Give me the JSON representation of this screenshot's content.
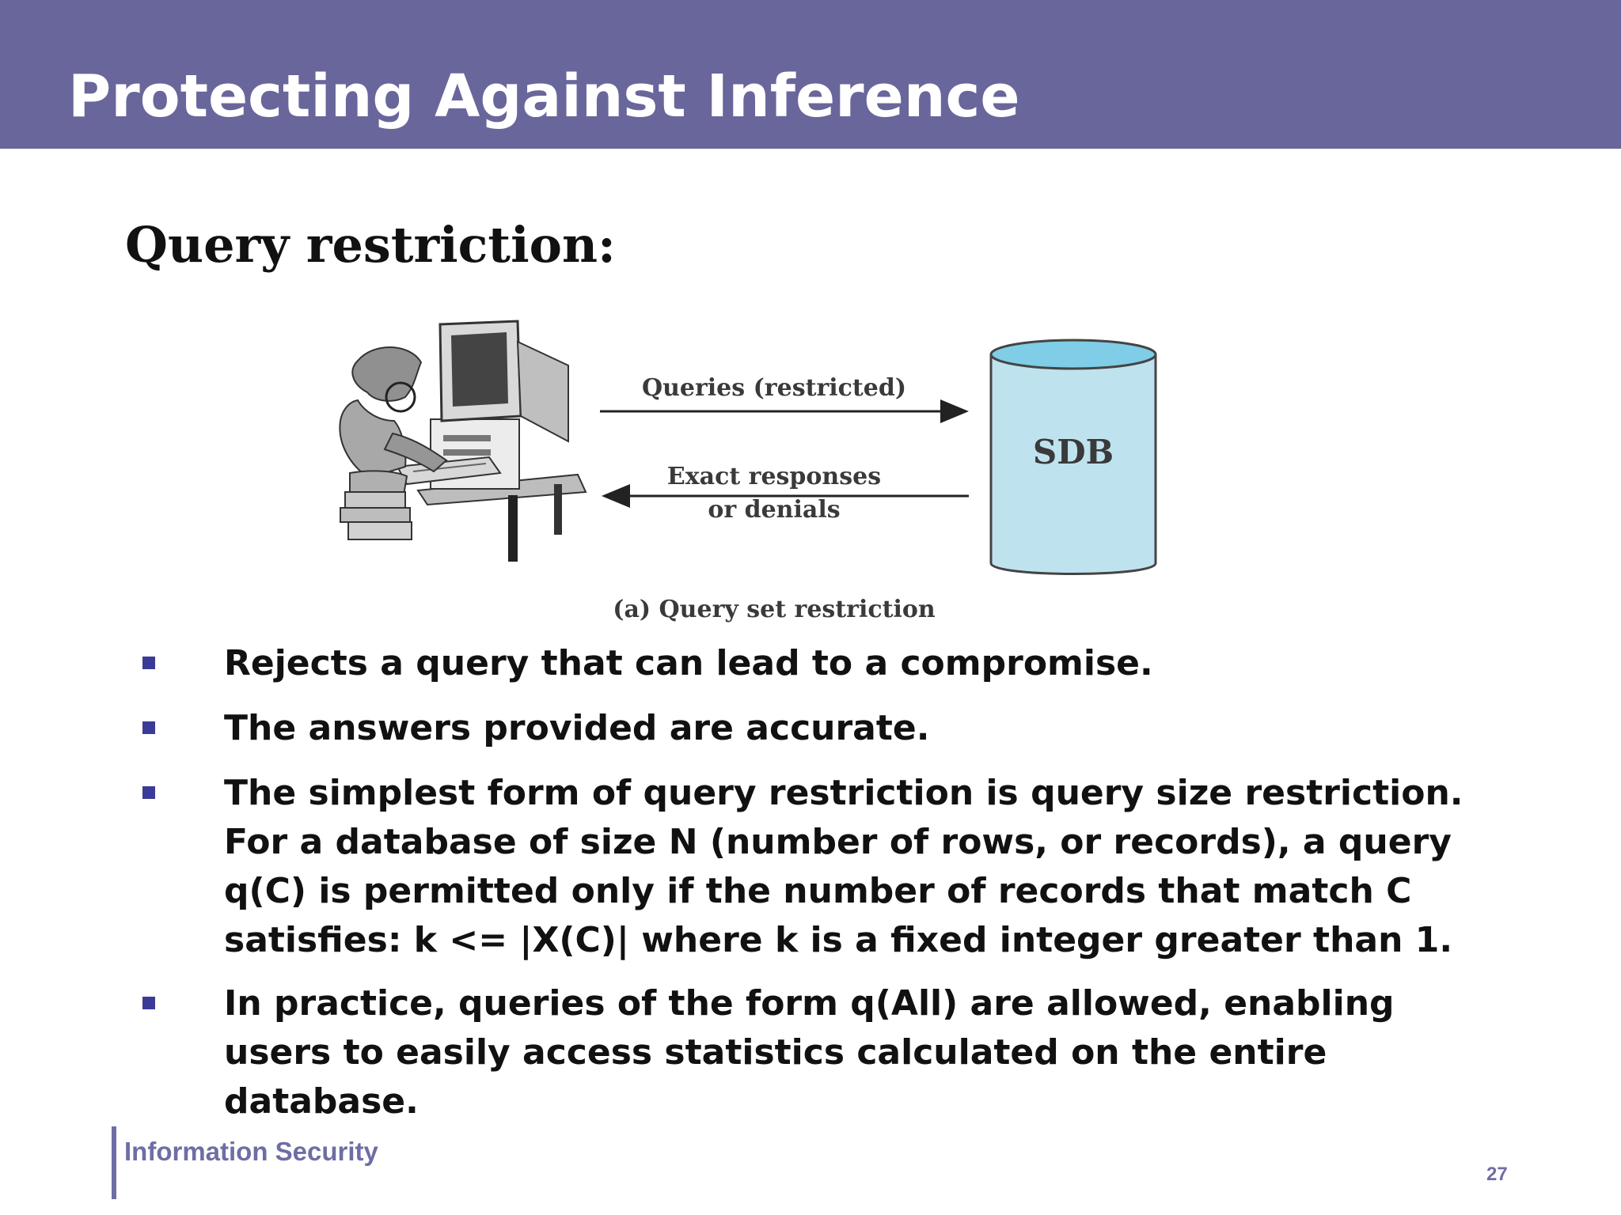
{
  "header": {
    "title": "Protecting Against Inference"
  },
  "section": {
    "title": "Query restriction:"
  },
  "figure": {
    "arrow_top_label": "Queries (restricted)",
    "arrow_bottom_label_line1": "Exact responses",
    "arrow_bottom_label_line2": "or denials",
    "database_label": "SDB",
    "caption": "(a) Query set restriction",
    "icons": [
      "user-at-computer-illustration",
      "database-cylinder-icon"
    ],
    "colors": {
      "database_fill": "#bfe3ee",
      "database_top": "#7fcde6"
    }
  },
  "bullets": [
    {
      "text": "Rejects a query that can lead to a compromise."
    },
    {
      "text": "The answers provided are accurate."
    },
    {
      "text": "The simplest form of query restriction is query size restriction. For a database of size N (number of rows, or records), a query q(C) is permitted only if the number of records that match C satisfies: k <= |X(C)| where k is a fixed integer greater than 1."
    },
    {
      "text": "In practice, queries of the form q(All) are allowed, enabling users to easily access statistics calculated on the entire database."
    }
  ],
  "footer": {
    "label": "Information Security",
    "page_number": "27"
  },
  "theme": {
    "header_color": "#68669b",
    "bullet_color": "#3b3b97",
    "footer_color": "#6f6da5"
  }
}
